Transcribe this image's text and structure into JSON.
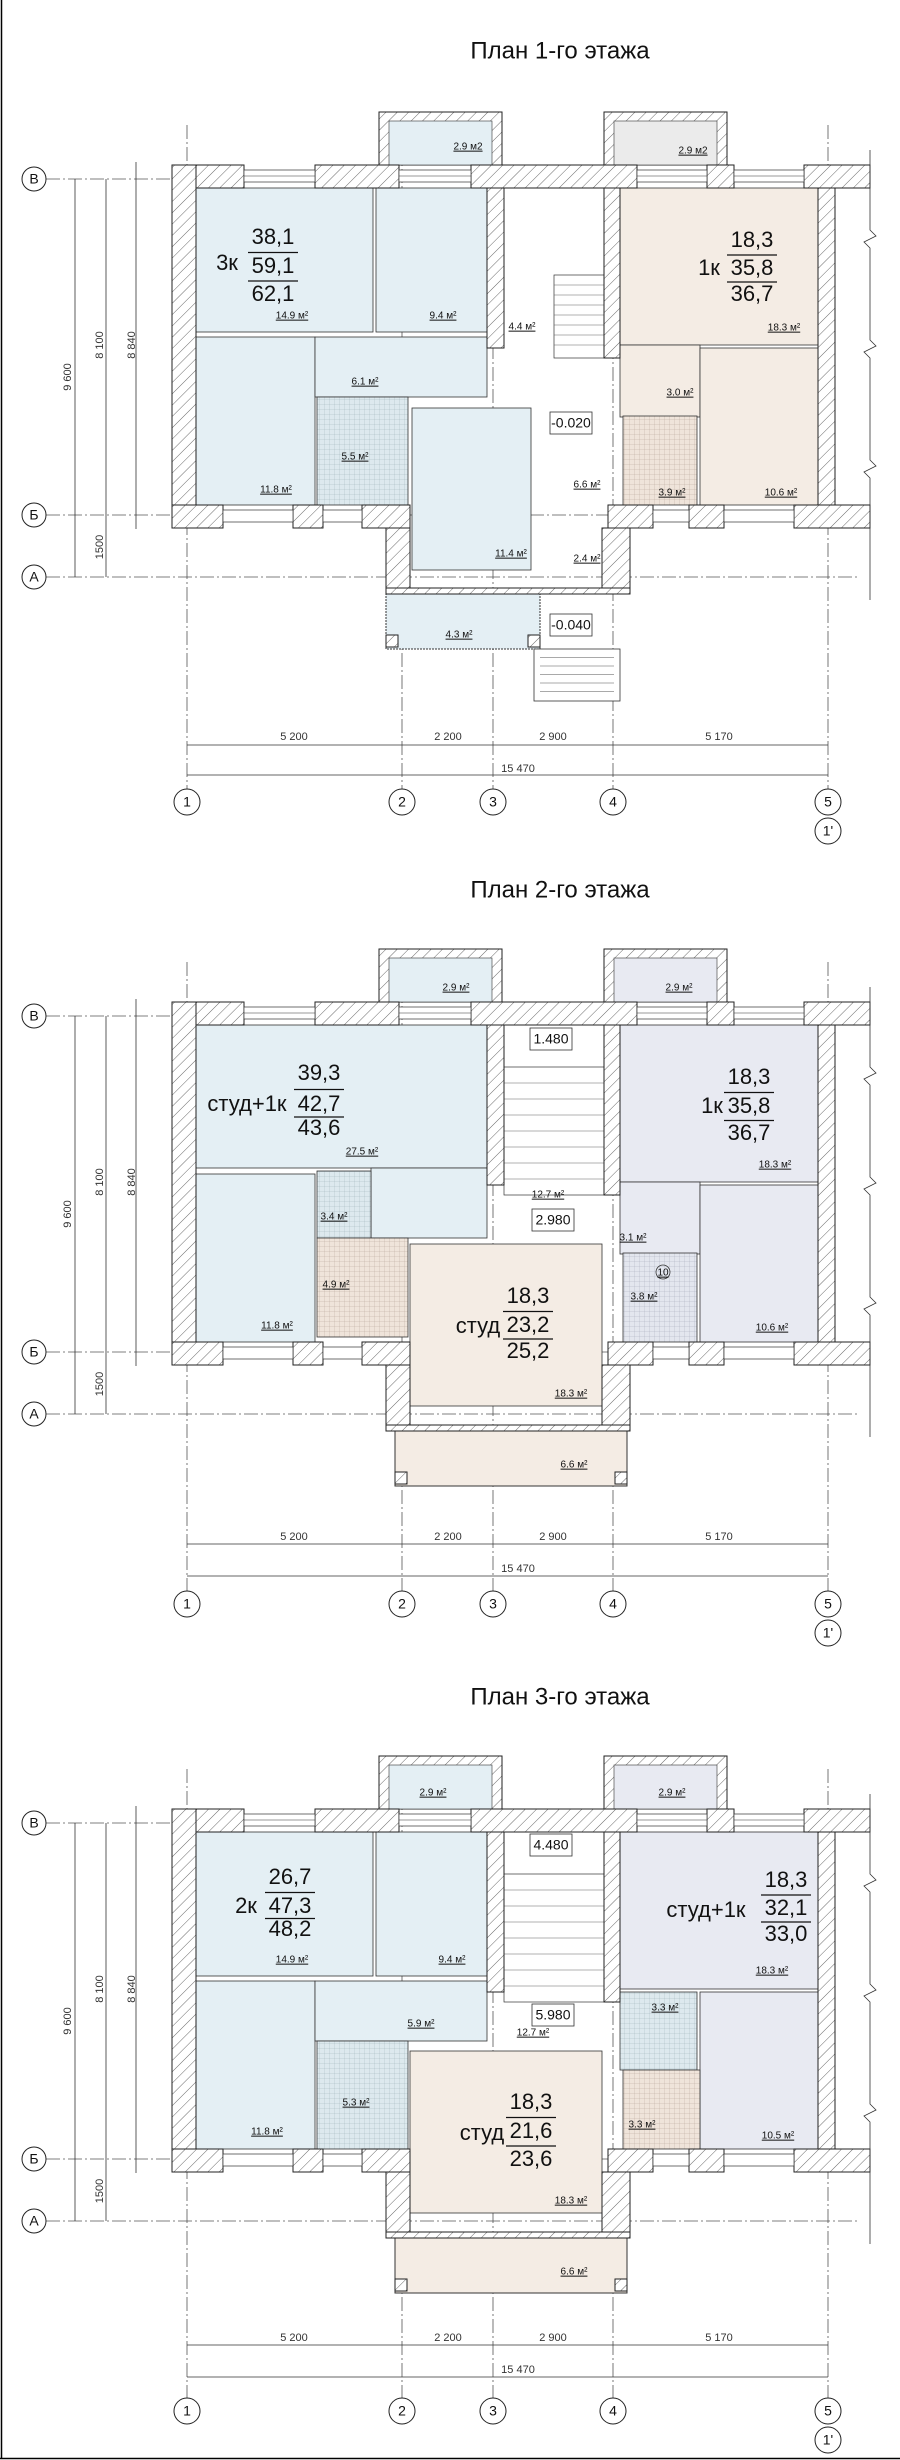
{
  "axes": {
    "rows": [
      "В",
      "Б",
      "А"
    ],
    "cols": [
      "1",
      "2",
      "3",
      "4",
      "5"
    ],
    "extra_col": "1'"
  },
  "dimensions": {
    "vertical": [
      "9 600",
      "8 100",
      "8 840",
      "1500"
    ],
    "horizontal": [
      "5 200",
      "2 200",
      "2 900",
      "5 170"
    ],
    "overall": "15 470"
  },
  "colors": {
    "apartment_blue": "#e4eff4",
    "apartment_beige": "#f4ece4",
    "apartment_lavender": "#e8eaf2",
    "walls": "#222222"
  },
  "floors": [
    {
      "title": "План 1-го этажа",
      "levels": [
        "-0.020",
        "-0.040"
      ],
      "apartments": [
        {
          "type": "3к",
          "living": "38,1",
          "total": "59,1",
          "total_with_balcony": "62,1"
        },
        {
          "type": "1к",
          "living": "18,3",
          "total": "35,8",
          "total_with_balcony": "36,7"
        }
      ],
      "rooms": [
        "2.9 м2",
        "2.9 м2",
        "14.9 м²",
        "9.4 м²",
        "4.4 м²",
        "18.3 м²",
        "6.1 м²",
        "3.0 м²",
        "5.5 м²",
        "11.8 м²",
        "6.6 м²",
        "3.9 м²",
        "10.6 м²",
        "11.4 м²",
        "2.4 м²",
        "4.3 м²"
      ]
    },
    {
      "title": "План 2-го этажа",
      "levels": [
        "1.480",
        "2.980"
      ],
      "apartments": [
        {
          "type": "студ+1к",
          "living": "39,3",
          "total": "42,7",
          "total_with_balcony": "43,6"
        },
        {
          "type": "1к",
          "living": "18,3",
          "total": "35,8",
          "total_with_balcony": "36,7"
        },
        {
          "type": "студ",
          "living": "18,3",
          "total": "23,2",
          "total_with_balcony": "25,2"
        }
      ],
      "rooms": [
        "2.9 м²",
        "2.9 м²",
        "27.5 м²",
        "18.3 м²",
        "12.7 м²",
        "3.4 м²",
        "3.1 м²",
        "4.9 м²",
        "3.8 м²",
        "11.8 м²",
        "10.6 м²",
        "18.3 м²",
        "6.6 м²"
      ],
      "marker": "10"
    },
    {
      "title": "План 3-го этажа",
      "levels": [
        "4.480",
        "5.980"
      ],
      "apartments": [
        {
          "type": "2к",
          "living": "26,7",
          "total": "47,3",
          "total_with_balcony": "48,2"
        },
        {
          "type": "студ+1к",
          "living": "18,3",
          "total": "32,1",
          "total_with_balcony": "33,0"
        },
        {
          "type": "студ",
          "living": "18,3",
          "total": "21,6",
          "total_with_balcony": "23,6"
        }
      ],
      "rooms": [
        "2.9 м²",
        "2.9 м²",
        "14.9 м²",
        "9.4 м²",
        "18.3 м²",
        "5.9 м²",
        "12.7 м²",
        "3.3 м²",
        "5.3 м²",
        "3.3 м²",
        "11.8 м²",
        "10.5 м²",
        "18.3 м²",
        "6.6 м²"
      ]
    }
  ]
}
